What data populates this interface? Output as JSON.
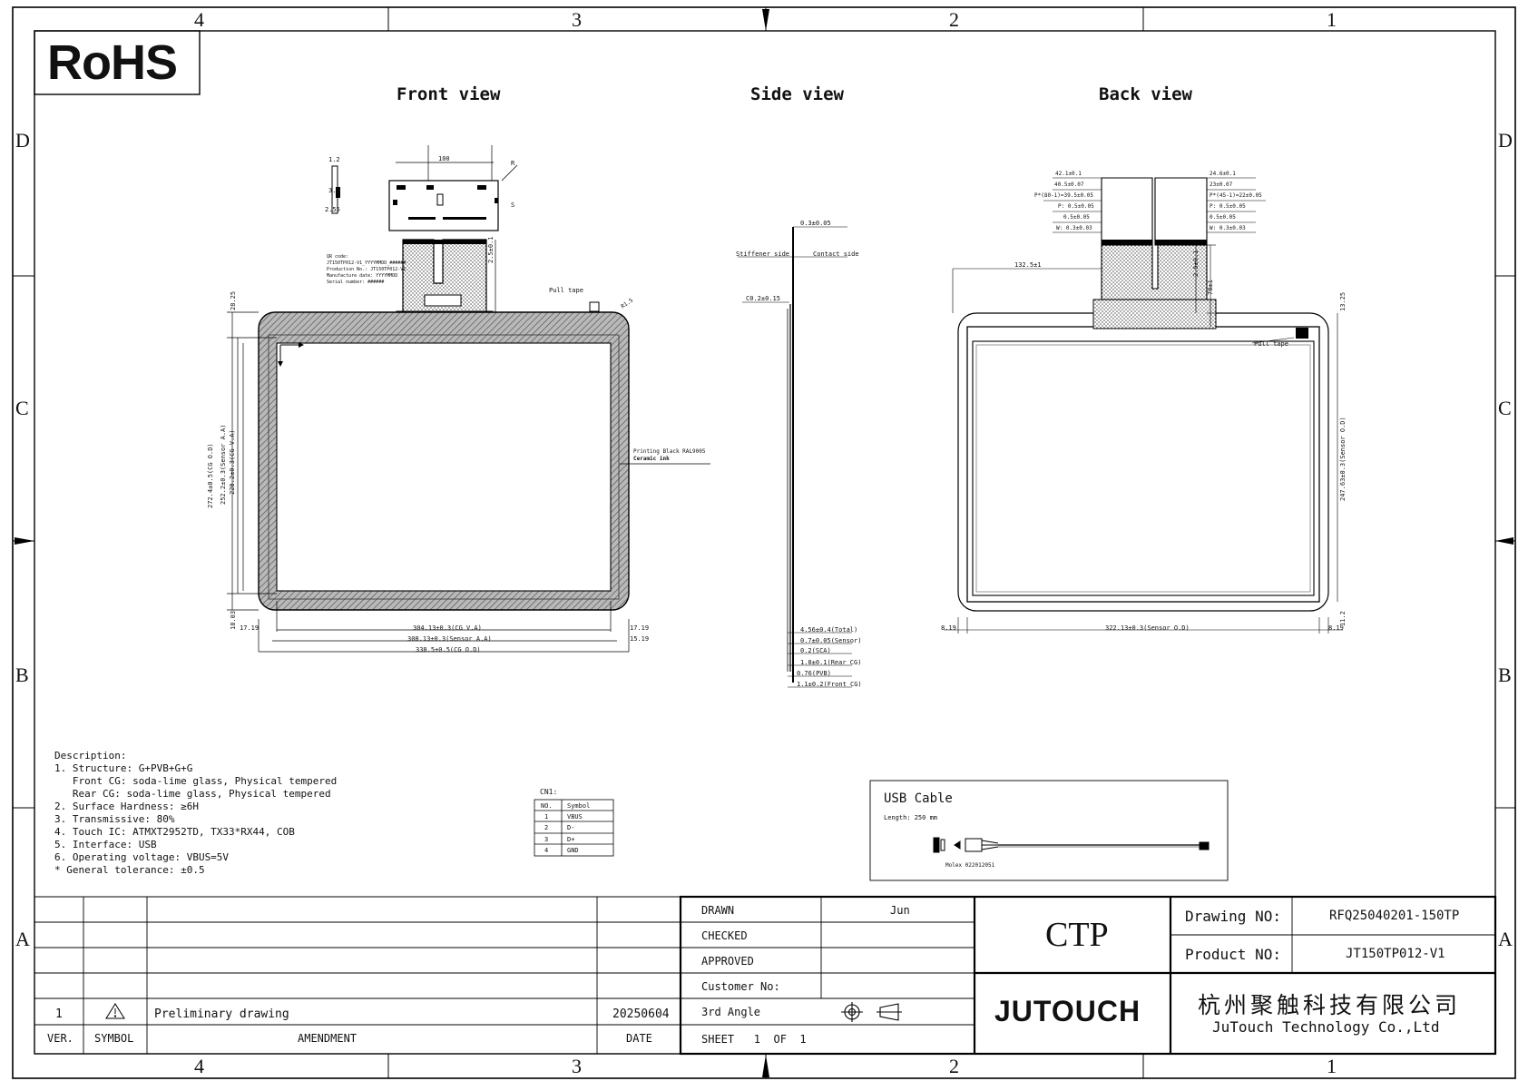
{
  "rohs": "RoHS",
  "frame": {
    "cols_top": [
      "4",
      "3",
      "2",
      "1"
    ],
    "cols_bottom": [
      "4",
      "3",
      "2",
      "1"
    ],
    "rows_left": [
      "D",
      "C",
      "B",
      "A"
    ],
    "rows_right": [
      "D",
      "C",
      "B",
      "A"
    ]
  },
  "views": {
    "front": "Front view",
    "side": "Side view",
    "back": "Back view"
  },
  "front": {
    "fpc_width": "100",
    "dim_1_2": "1.2",
    "dim_3_5": "3.5",
    "dim_2_55": "2.55",
    "dim_r": "R",
    "dim_s": "S",
    "fpc_len": "2.5±0.1",
    "qr_lines": [
      "QR code:",
      "JT150TP012-V1_YYYYMMDD_######",
      "Production No.: JT150TP012-V1",
      "Manufacture date: YYYYMMDD",
      "Serial number: ######"
    ],
    "pull_tape": "Pull tape",
    "corner_r": "R1.5",
    "printing": "Printing Black RAL9005",
    "ink": "Ceramic ink",
    "height_total": "272.4±0.5(CG O.D)",
    "height_sensor": "252.2±0.3(Sensor A.A)",
    "height_va": "228.2±0.3(CG V.A)",
    "top_margin": "28.25",
    "bottom_margin": "18.03",
    "left_margin": "17.19",
    "right_margin": "17.19",
    "right_margin2": "15.19",
    "width_va": "304.13±0.3(CG V.A)",
    "width_sensor": "308.13±0.3(Sensor A.A)",
    "width_total": "338.5±0.5(CG O.D)"
  },
  "side": {
    "thickness_top": "0.3±0.05",
    "stiffener": "Stiffener side",
    "contact": "Contact side",
    "chamfer": "C0.2±0.15",
    "layers": [
      "4.56±0.4(Total)",
      "0.7±0.05(Sensor)",
      "0.2(SCA)",
      "1.8±0.1(Rear CG)",
      "0.76(PVB)",
      "1.1±0.2(Front CG)"
    ]
  },
  "back": {
    "top_left_dims": [
      "42.1±0.1",
      "40.5±0.07",
      "P*(80-1)=39.5±0.05",
      "P: 0.5±0.05",
      "0.5±0.05",
      "W: 0.3±0.03"
    ],
    "top_right_dims": [
      "24.6±0.1",
      "23±0.07",
      "P*(45-1)=22±0.05",
      "P: 0.5±0.05",
      "0.5±0.05",
      "W: 0.3±0.03"
    ],
    "offset": "132.5±1",
    "fpc_h1": "2.5±0.1",
    "fpc_h2": "78±1",
    "top_margin": "13.25",
    "pull_tape": "Pull tape",
    "height_sensor": "247.63±0.3(Sensor O.D)",
    "left_margin": "8.19",
    "width_sensor": "322.13±0.3(Sensor O.D)",
    "right_margin": "8.19",
    "bottom_margin": "11.2"
  },
  "description": {
    "lines": [
      "Description:",
      "1. Structure: G+PVB+G+G",
      "   Front CG: soda-lime glass, Physical tempered",
      "   Rear CG: soda-lime glass, Physical tempered",
      "2. Surface Hardness: ≥6H",
      "3. Transmissive: 80%",
      "4. Touch IC: ATMXT2952TD, TX33*RX44, COB",
      "5. Interface: USB",
      "6. Operating voltage: VBUS=5V",
      "* General tolerance: ±0.5"
    ]
  },
  "cn1": {
    "title": "CN1:",
    "headers": [
      "NO.",
      "Symbol"
    ],
    "rows": [
      [
        "1",
        "VBUS"
      ],
      [
        "2",
        "D-"
      ],
      [
        "3",
        "D+"
      ],
      [
        "4",
        "GND"
      ]
    ]
  },
  "usb": {
    "title": "USB Cable",
    "length": "Length: 250 mm",
    "connector": "Molex 022012051"
  },
  "revision": {
    "ver": "1",
    "amendment": "Preliminary drawing",
    "date": "20250604",
    "h_ver": "VER.",
    "h_symbol": "SYMBOL",
    "h_amendment": "AMENDMENT",
    "h_date": "DATE"
  },
  "title_block": {
    "drawn": "DRAWN",
    "drawn_by": "Jun",
    "checked": "CHECKED",
    "approved": "APPROVED",
    "customer": "Customer No:",
    "angle": "3rd Angle",
    "sheet": "SHEET   1  OF  1",
    "ctp": "CTP",
    "logo": "JUTOUCH",
    "drawing_no_label": "Drawing NO:",
    "drawing_no": "RFQ25040201-150TP",
    "product_no_label": "Product NO:",
    "product_no": "JT150TP012-V1",
    "company_cn": "杭州聚触科技有限公司",
    "company_en": "JuTouch Technology Co.,Ltd"
  }
}
